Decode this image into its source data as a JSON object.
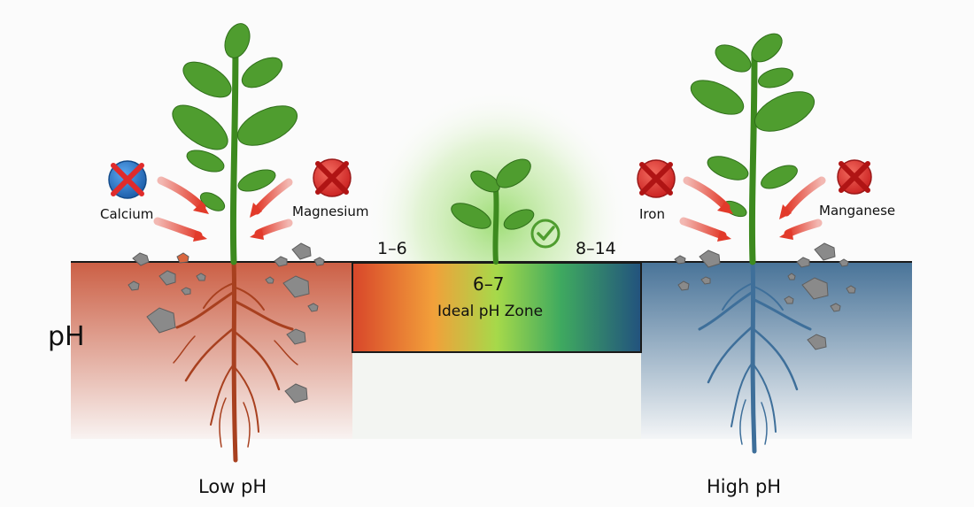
{
  "axis_label": "pH",
  "left": {
    "bottom_label": "Low pH",
    "nutrients": [
      {
        "name": "Calcium",
        "badge_color": "#1e6fc4",
        "blocked": true
      },
      {
        "name": "Magnesium",
        "badge_color": "#e02b2b",
        "blocked": true
      }
    ],
    "soil_color": "#c9573b",
    "root_color": "#a8401f"
  },
  "right": {
    "bottom_label": "High pH",
    "nutrients": [
      {
        "name": "Iron",
        "badge_color": "#e02b2b",
        "blocked": true
      },
      {
        "name": "Manganese",
        "badge_color": "#e02b2b",
        "blocked": true
      }
    ],
    "soil_color": "#3f6c93",
    "root_color": "#3e6f9a"
  },
  "zone": {
    "left_range": "1–6",
    "right_range": "8–14",
    "value": "6–7",
    "name": "Ideal pH Zone",
    "gradient": [
      "#d8462a",
      "#f2a03a",
      "#a6d94a",
      "#3faa5f",
      "#22527e"
    ],
    "check_icon": "check-circle-icon"
  },
  "colors": {
    "leaf": "#4f9d2f",
    "stem": "#3d8a1f",
    "arrow": "#e23a2a",
    "rock": "#8a8a8a",
    "ground_line": "#1a1a1a"
  }
}
